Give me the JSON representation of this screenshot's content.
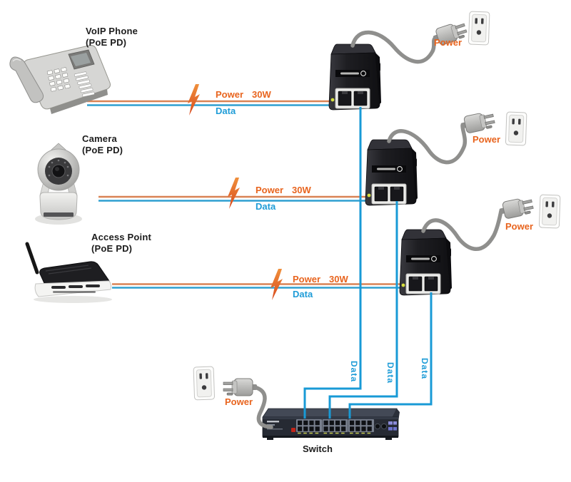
{
  "devices": [
    {
      "name": "VoIP Phone",
      "mode": "(PoE PD)"
    },
    {
      "name": "Camera",
      "mode": "(PoE PD)"
    },
    {
      "name": "Access Point",
      "mode": "(PoE PD)"
    }
  ],
  "links": [
    {
      "power": "Power",
      "watts": "30W",
      "data": "Data"
    },
    {
      "power": "Power",
      "watts": "30W",
      "data": "Data"
    },
    {
      "power": "Power",
      "watts": "30W",
      "data": "Data"
    }
  ],
  "outlets": [
    {
      "label": "Power"
    },
    {
      "label": "Power"
    },
    {
      "label": "Power"
    },
    {
      "label": "Power"
    }
  ],
  "cables": [
    {
      "label": "Data"
    },
    {
      "label": "Data"
    },
    {
      "label": "Data"
    }
  ],
  "network_switch": {
    "label": "Switch"
  },
  "colors": {
    "power_text": "#e8641e",
    "data_text": "#1e9cd7",
    "power_line": "#d98355",
    "data_line": "#2f9fd0",
    "cable_blue": "#189ad6"
  }
}
